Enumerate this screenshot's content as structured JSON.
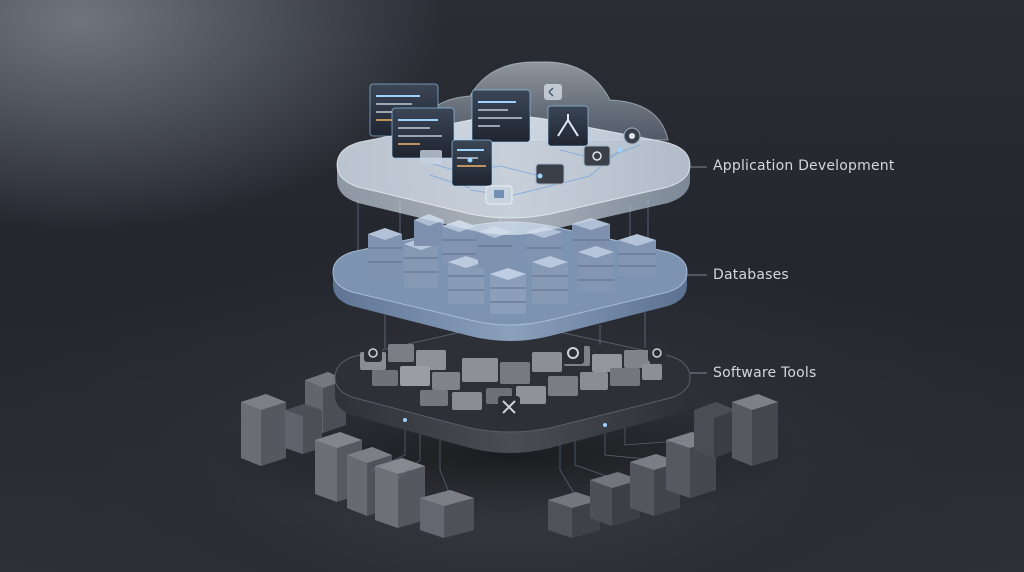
{
  "layers": [
    {
      "label": "Application Development"
    },
    {
      "label": "Databases"
    },
    {
      "label": "Software Tools"
    }
  ],
  "colors": {
    "background": "#23262d",
    "cloud_glass": "#c7d6e8",
    "database_platform": "#6f87a6",
    "database_blocks": "#8ea2bd",
    "tools_platform": "#3a3d44",
    "tool_blocks": "#7a7d84",
    "server_blocks": "#5c5f66",
    "accent_glow": "#9fd3ff"
  },
  "icons": [
    "code-window-icon",
    "branch-icon",
    "gear-icon",
    "wrench-icon",
    "cloud-icon"
  ]
}
